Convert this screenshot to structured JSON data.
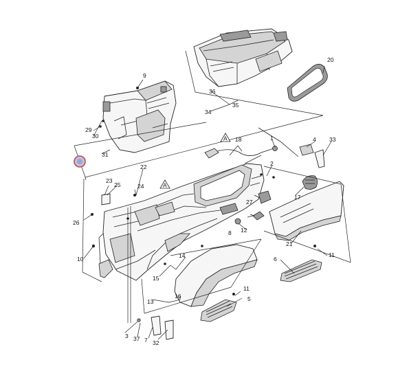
{
  "colors": {
    "line": "#222222",
    "part_fill": "#f6f6f6",
    "part_shade": "#d4d4d4",
    "part_dark": "#9a9a9a",
    "indicator_ring": "#d04040",
    "indicator_fill": "#b9c4e6"
  },
  "section_marker": "A",
  "callouts": [
    {
      "id": "c1",
      "text": "1"
    },
    {
      "id": "c2",
      "text": "2"
    },
    {
      "id": "c3",
      "text": "3"
    },
    {
      "id": "c4",
      "text": "4"
    },
    {
      "id": "c5",
      "text": "5"
    },
    {
      "id": "c6",
      "text": "6"
    },
    {
      "id": "c7",
      "text": "7"
    },
    {
      "id": "c8",
      "text": "8"
    },
    {
      "id": "c9",
      "text": "9"
    },
    {
      "id": "c10",
      "text": "10"
    },
    {
      "id": "c11a",
      "text": "11"
    },
    {
      "id": "c11b",
      "text": "11"
    },
    {
      "id": "c12",
      "text": "12"
    },
    {
      "id": "c13",
      "text": "13"
    },
    {
      "id": "c14",
      "text": "14"
    },
    {
      "id": "c15",
      "text": "15"
    },
    {
      "id": "c16",
      "text": "16"
    },
    {
      "id": "c17",
      "text": "17"
    },
    {
      "id": "c18",
      "text": "18"
    },
    {
      "id": "c20",
      "text": "20"
    },
    {
      "id": "c21",
      "text": "21"
    },
    {
      "id": "c22",
      "text": "22"
    },
    {
      "id": "c23",
      "text": "23"
    },
    {
      "id": "c24",
      "text": "24"
    },
    {
      "id": "c25",
      "text": "25"
    },
    {
      "id": "c26",
      "text": "26"
    },
    {
      "id": "c27",
      "text": "27"
    },
    {
      "id": "c29",
      "text": "29"
    },
    {
      "id": "c30",
      "text": "30"
    },
    {
      "id": "c31",
      "text": "31"
    },
    {
      "id": "c32",
      "text": "32"
    },
    {
      "id": "c33",
      "text": "33"
    },
    {
      "id": "c34",
      "text": "34"
    },
    {
      "id": "c35",
      "text": "35"
    },
    {
      "id": "c36",
      "text": "36"
    },
    {
      "id": "c37",
      "text": "37"
    }
  ]
}
